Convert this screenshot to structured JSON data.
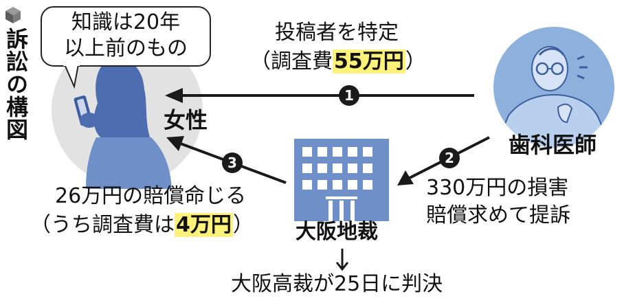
{
  "title": "訴訟の構図",
  "woman": {
    "speech": [
      "知識は20年",
      "以上前のもの"
    ],
    "label": "女性"
  },
  "dentist": {
    "label": "歯科医師"
  },
  "court": {
    "label": "大阪地裁"
  },
  "arrow1": {
    "number": "1",
    "line1": "投稿者を特定",
    "line2_pre": "（調査費",
    "line2_highlight": "55万円",
    "line2_post": "）"
  },
  "arrow2": {
    "number": "2",
    "line1": "330万円の損害",
    "line2": "賠償求めて提訴"
  },
  "arrow3": {
    "number": "3",
    "line1": "26万円の賠償命じる",
    "line2_pre": "（うち調査費は",
    "line2_highlight": "4万円",
    "line2_post": "）"
  },
  "next": {
    "text": "大阪高裁が25日に判決"
  },
  "colors": {
    "circle_gray": "#e2e2e2",
    "circle_blue": "#8eb0dc",
    "figure_blue": "#6f8fc8",
    "dark_blue": "#3b5da0",
    "building": "#6f8fc8",
    "highlight": "#fff27a",
    "arrow": "#1a1a1a"
  }
}
